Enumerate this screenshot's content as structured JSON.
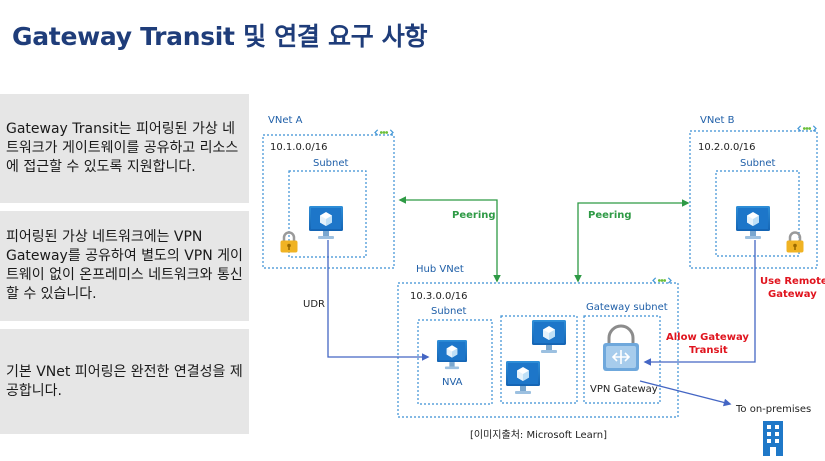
{
  "title": "Gateway Transit 및 연결 요구 사항",
  "cards": [
    {
      "text": "Gateway Transit는 피어링된 가상 네트워크가 게이트웨이를 공유하고 리소스에 접근할 수 있도록 지원합니다."
    },
    {
      "text": "피어링된  가상 네트워크에는 VPN Gateway를 공유하여  별도의 VPN 게이트웨이 없이 온프레미스 네트워크와 통신할 수 있습니다."
    },
    {
      "text": "기본 VNet 피어링은 완전한 연결성을 제공합니다."
    }
  ],
  "diagram": {
    "vnet_a": {
      "name": "VNet A",
      "cidr": "10.1.0.0/16",
      "subnet": "Subnet"
    },
    "vnet_b": {
      "name": "VNet B",
      "cidr": "10.2.0.0/16",
      "subnet": "Subnet"
    },
    "hub": {
      "name": "Hub VNet",
      "cidr": "10.3.0.0/16",
      "subnet": "Subnet",
      "gateway_subnet": "Gateway subnet"
    },
    "peering_left": "Peering",
    "peering_right": "Peering",
    "udr": "UDR",
    "nva": "NVA",
    "vpn_gateway": "VPN Gateway",
    "use_remote": [
      "Use Remote",
      "Gateway"
    ],
    "allow_transit": [
      "Allow Gateway",
      "Transit"
    ],
    "on_premises": "To on-premises",
    "source": "[이미지출처: Microsoft Learn]"
  },
  "colors": {
    "title": "#1f3d7a",
    "border": "#3b8fd4",
    "peering": "#2e9a45",
    "highlight": "#e0141e",
    "arrow": "#4466c4"
  }
}
